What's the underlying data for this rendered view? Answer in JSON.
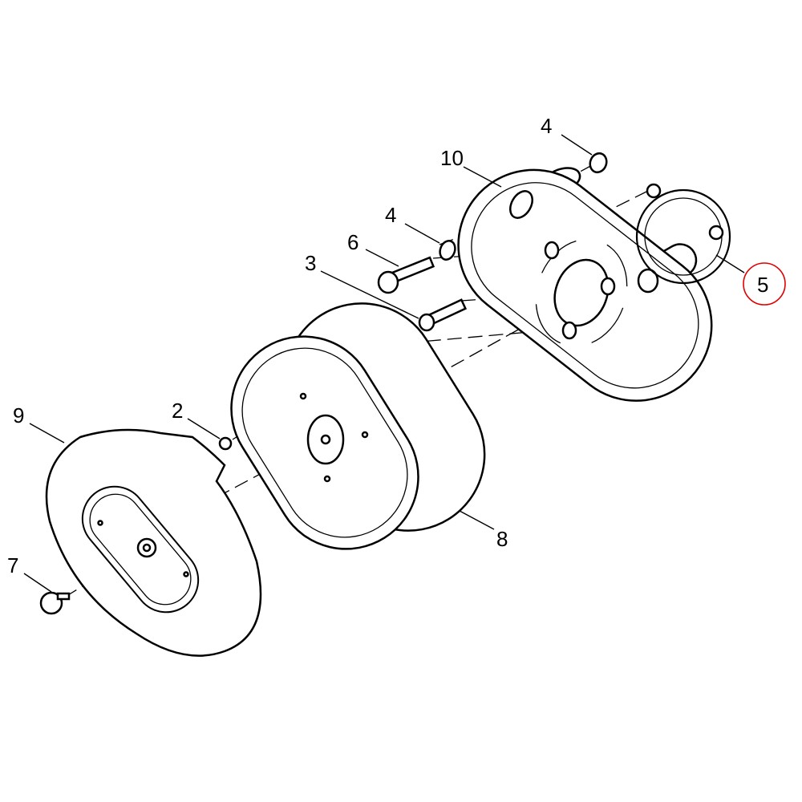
{
  "diagram": {
    "callouts": [
      {
        "id": "4-top",
        "label": "4"
      },
      {
        "id": "10",
        "label": "10"
      },
      {
        "id": "4-mid",
        "label": "4"
      },
      {
        "id": "6",
        "label": "6"
      },
      {
        "id": "3",
        "label": "3"
      },
      {
        "id": "5",
        "label": "5",
        "highlighted": true
      },
      {
        "id": "9",
        "label": "9"
      },
      {
        "id": "2",
        "label": "2"
      },
      {
        "id": "8",
        "label": "8"
      },
      {
        "id": "7",
        "label": "7"
      }
    ],
    "highlight_color": "#e00000"
  }
}
